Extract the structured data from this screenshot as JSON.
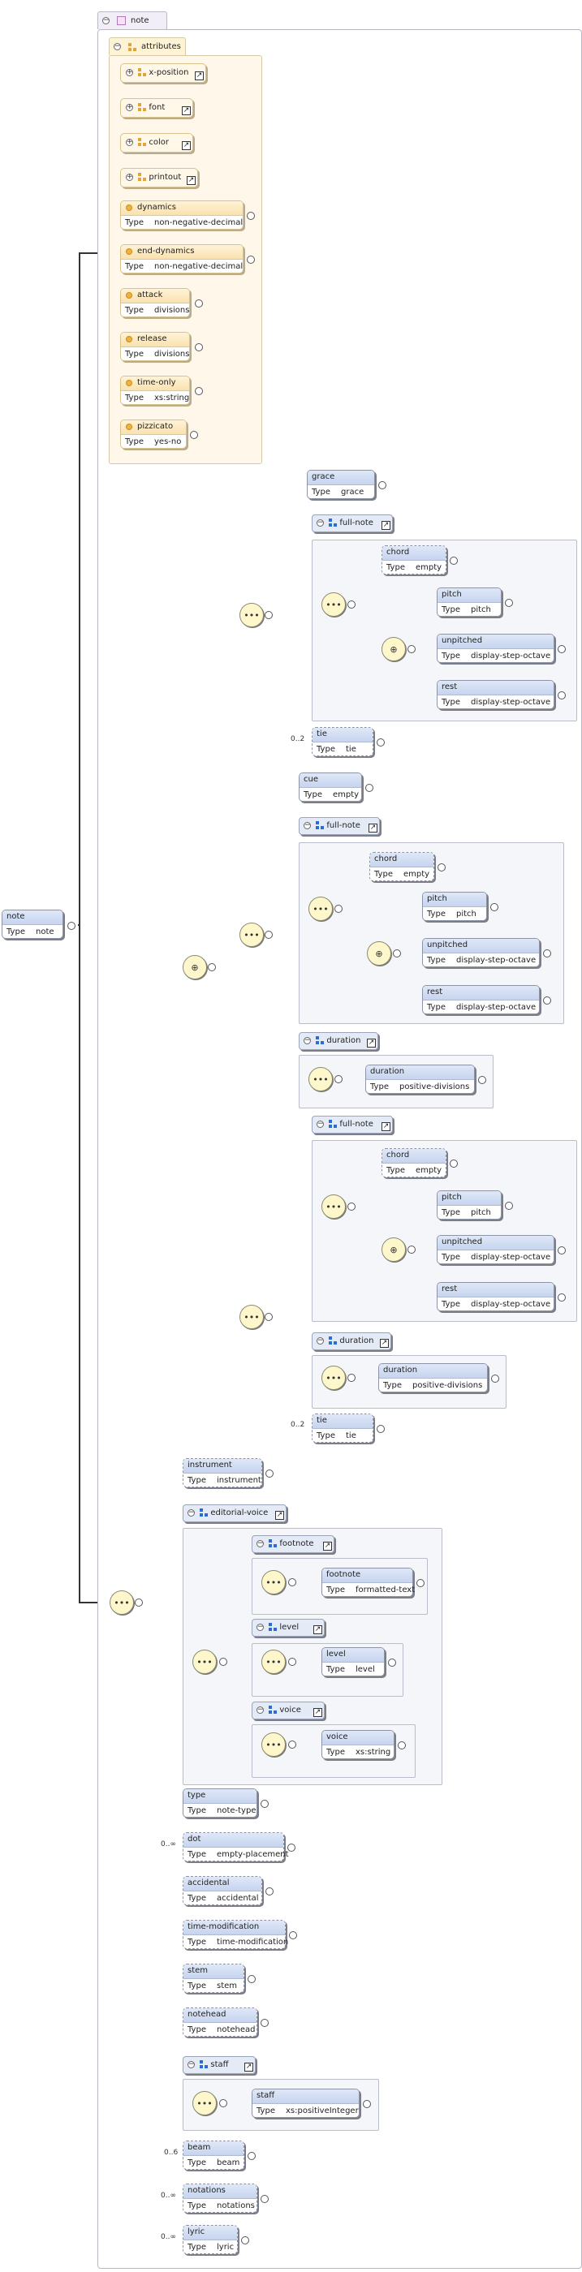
{
  "root": {
    "name": "note",
    "type_key": "Type",
    "type_value": "note"
  },
  "main_tab": {
    "label": "note"
  },
  "attributes": {
    "label": "attributes",
    "refs": [
      {
        "label": "x-position",
        "icon": "attribute-group-icon"
      },
      {
        "label": "font",
        "icon": "attribute-group-icon"
      },
      {
        "label": "color",
        "icon": "attribute-group-icon"
      },
      {
        "label": "printout",
        "icon": "attribute-group-icon"
      }
    ],
    "items": [
      {
        "name": "dynamics",
        "type": "non-negative-decimal"
      },
      {
        "name": "end-dynamics",
        "type": "non-negative-decimal"
      },
      {
        "name": "attack",
        "type": "divisions"
      },
      {
        "name": "release",
        "type": "divisions"
      },
      {
        "name": "time-only",
        "type": "xs:string"
      },
      {
        "name": "pizzicato",
        "type": "yes-no"
      }
    ]
  },
  "type_key": "Type",
  "choice1": {
    "grace": {
      "name": "grace",
      "type": "grace"
    },
    "full_note": {
      "label": "full-note"
    },
    "chord": {
      "name": "chord",
      "type": "empty"
    },
    "pitch": {
      "name": "pitch",
      "type": "pitch"
    },
    "unpitched": {
      "name": "unpitched",
      "type": "display-step-octave"
    },
    "rest": {
      "name": "rest",
      "type": "display-step-octave"
    },
    "tie": {
      "name": "tie",
      "type": "tie",
      "card": "0..2"
    }
  },
  "choice2": {
    "cue": {
      "name": "cue",
      "type": "empty"
    },
    "full_note": {
      "label": "full-note"
    },
    "chord": {
      "name": "chord",
      "type": "empty"
    },
    "pitch": {
      "name": "pitch",
      "type": "pitch"
    },
    "unpitched": {
      "name": "unpitched",
      "type": "display-step-octave"
    },
    "rest": {
      "name": "rest",
      "type": "display-step-octave"
    },
    "duration_group": {
      "label": "duration"
    },
    "duration": {
      "name": "duration",
      "type": "positive-divisions"
    }
  },
  "choice3": {
    "full_note": {
      "label": "full-note"
    },
    "chord": {
      "name": "chord",
      "type": "empty"
    },
    "pitch": {
      "name": "pitch",
      "type": "pitch"
    },
    "unpitched": {
      "name": "unpitched",
      "type": "display-step-octave"
    },
    "rest": {
      "name": "rest",
      "type": "display-step-octave"
    },
    "duration_group": {
      "label": "duration"
    },
    "duration": {
      "name": "duration",
      "type": "positive-divisions"
    },
    "tie": {
      "name": "tie",
      "type": "tie",
      "card": "0..2"
    }
  },
  "instrument": {
    "name": "instrument",
    "type": "instrument"
  },
  "editorial_voice": {
    "label": "editorial-voice",
    "footnote_group": {
      "label": "footnote"
    },
    "footnote": {
      "name": "footnote",
      "type": "formatted-text"
    },
    "level_group": {
      "label": "level"
    },
    "level": {
      "name": "level",
      "type": "level"
    },
    "voice_group": {
      "label": "voice"
    },
    "voice": {
      "name": "voice",
      "type": "xs:string"
    }
  },
  "tail": [
    {
      "name": "type",
      "type": "note-type",
      "card": ""
    },
    {
      "name": "dot",
      "type": "empty-placement",
      "card": "0..∞"
    },
    {
      "name": "accidental",
      "type": "accidental",
      "card": ""
    },
    {
      "name": "time-modification",
      "type": "time-modification",
      "card": ""
    },
    {
      "name": "stem",
      "type": "stem",
      "card": ""
    },
    {
      "name": "notehead",
      "type": "notehead",
      "card": ""
    }
  ],
  "staff_group": {
    "label": "staff"
  },
  "staff": {
    "name": "staff",
    "type": "xs:positiveInteger"
  },
  "tail2": [
    {
      "name": "beam",
      "type": "beam",
      "card": "0..6"
    },
    {
      "name": "notations",
      "type": "notations",
      "card": "0..∞"
    },
    {
      "name": "lyric",
      "type": "lyric",
      "card": "0..∞"
    }
  ],
  "symbols": {
    "sequence": "•••",
    "choice": "⊕",
    "collapse": "−",
    "link": "↗"
  }
}
